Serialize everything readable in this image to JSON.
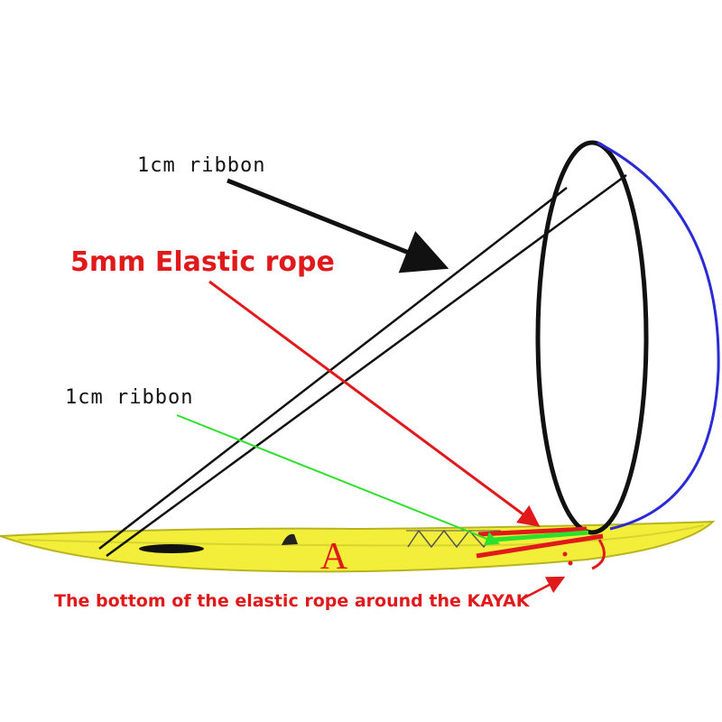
{
  "labels": {
    "ribbon_top": "1cm ribbon",
    "elastic_rope": "5mm Elastic rope",
    "ribbon_mid": "1cm ribbon",
    "kayak_mark": "A",
    "bottom_note": "The bottom of the elastic rope around the KAYAK"
  },
  "colors": {
    "kayak": "#f2ee3a",
    "kayak_outline": "#b8b420",
    "frame": "#111111",
    "elastic": "#2a2ad6",
    "red": "#e0191b",
    "green": "#2ee02e",
    "black_arrow": "#111111"
  }
}
